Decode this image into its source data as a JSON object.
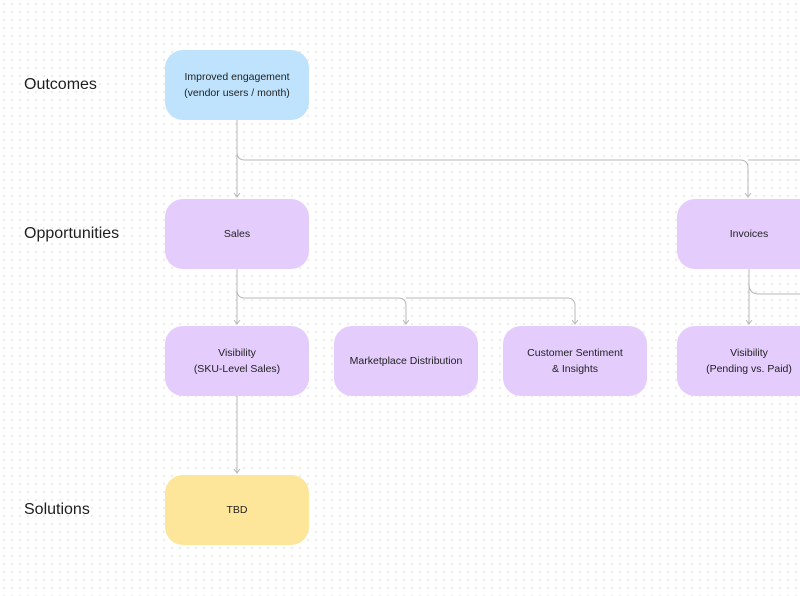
{
  "rows": {
    "outcomes": "Outcomes",
    "opportunities": "Opportunities",
    "solutions": "Solutions"
  },
  "nodes": {
    "outcome": "Improved engagement\n(vendor users / month)",
    "sales": "Sales",
    "invoices": "Invoices",
    "visibility_sku": "Visibility\n(SKU-Level Sales)",
    "marketplace": "Marketplace Distribution",
    "sentiment": "Customer Sentiment\n& Insights",
    "visibility_pending": "Visibility\n(Pending vs. Paid)",
    "tbd": "TBD"
  },
  "colors": {
    "outcome": "#bfe3fd",
    "opportunity": "#e4ccfc",
    "solution": "#fde69a",
    "connector": "#b8b8b8"
  }
}
